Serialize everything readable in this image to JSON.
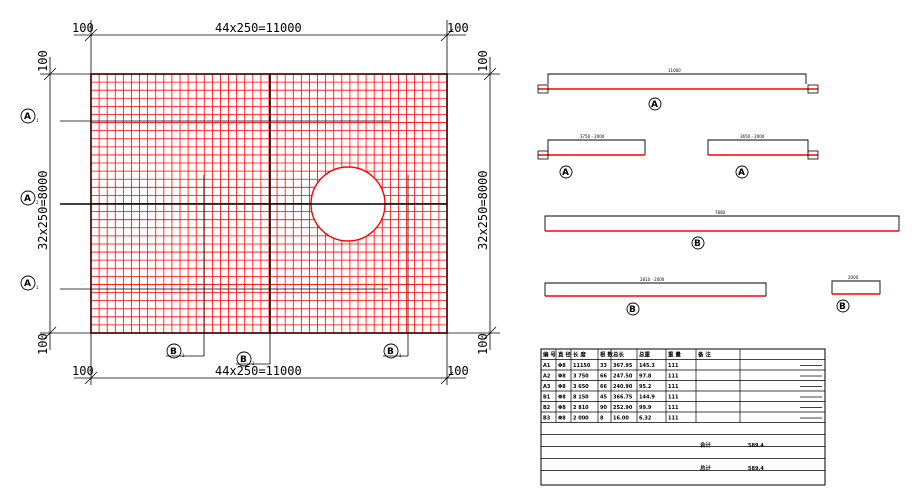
{
  "plan": {
    "top_dim": "44x250=11000",
    "bottom_dim": "44x250=11000",
    "left_dim": "32x250=8000",
    "right_dim": "32x250=8000",
    "edge_offset": "100",
    "grid_cols": 44,
    "grid_rows": 32,
    "markers": [
      {
        "letter": "A",
        "sub": "1"
      },
      {
        "letter": "A",
        "sub": "2"
      },
      {
        "letter": "A",
        "sub": "1"
      },
      {
        "letter": "B",
        "sub": "1"
      },
      {
        "letter": "B",
        "sub": "2"
      },
      {
        "letter": "B",
        "sub": "1"
      }
    ]
  },
  "colors": {
    "rebar": "#ff0000",
    "line": "#000000",
    "background": "#ffffff"
  },
  "details": {
    "A1": {
      "letter": "A",
      "top": "11000"
    },
    "A2": {
      "letter": "A",
      "top": "3750 - 2000"
    },
    "A3": {
      "letter": "A",
      "top": "3650 - 2000"
    },
    "B1": {
      "letter": "B",
      "top": "7880"
    },
    "B2": {
      "letter": "B",
      "top": "2810 - 2000"
    },
    "B3": {
      "letter": "B",
      "top": "2000"
    }
  },
  "table": {
    "headers": [
      "编 号",
      "直 径",
      "长 度",
      "根 数",
      "总长",
      "总重",
      "重 量",
      "备 注"
    ],
    "rows": [
      [
        "A1",
        "Φ8",
        "11150",
        "33",
        "367.95",
        "145.3",
        "111",
        ""
      ],
      [
        "A2",
        "Φ8",
        "3 750",
        "66",
        "247.50",
        "97.8",
        "111",
        ""
      ],
      [
        "A3",
        "Φ8",
        "3 650",
        "66",
        "240.90",
        "95.2",
        "111",
        ""
      ],
      [
        "B1",
        "Φ8",
        "8 150",
        "45",
        "366.75",
        "144.9",
        "111",
        ""
      ],
      [
        "B2",
        "Φ8",
        "2 810",
        "90",
        "252.90",
        "99.9",
        "111",
        ""
      ],
      [
        "B3",
        "Φ8",
        "2 000",
        "8",
        "16.00",
        "6.32",
        "111",
        ""
      ]
    ],
    "total_label_1": "合计",
    "total_value_1": "589.4",
    "total_label_2": "总计",
    "total_value_2": "589.4"
  }
}
